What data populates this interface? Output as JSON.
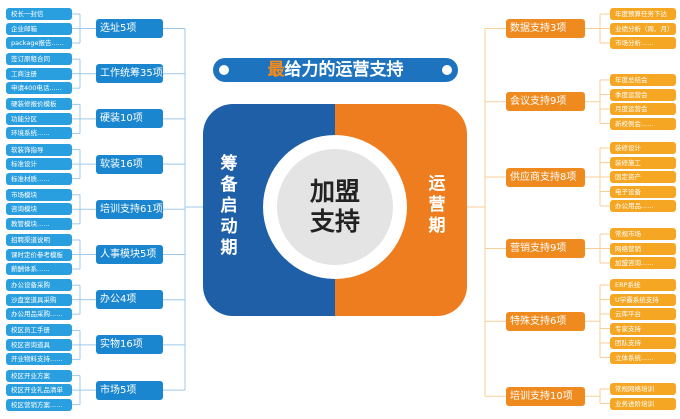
{
  "title": {
    "highlight": "最",
    "rest": "给力的运营支持"
  },
  "center": {
    "label": "加盟支持",
    "left_phase": "筹备启动期",
    "right_phase": "运营期"
  },
  "colors": {
    "blue": "#1e5fa8",
    "orange": "#ee7d1f"
  },
  "left_groups": [
    {
      "label": "选址5项",
      "items": [
        "校长一封信",
        "企业邮箱",
        "package报告......"
      ]
    },
    {
      "label": "工作统筹35项",
      "items": [
        "签订原租合同",
        "工商注册",
        "申请400电话......"
      ]
    },
    {
      "label": "硬装10项",
      "items": [
        "硬装修报价模板",
        "功能分区",
        "环境系统......"
      ]
    },
    {
      "label": "软装16项",
      "items": [
        "软装饰指导",
        "标准设计",
        "标准材质......"
      ]
    },
    {
      "label": "培训支持61项",
      "items": [
        "市场模块",
        "咨询模块",
        "教管模块......"
      ]
    },
    {
      "label": "人事模块5项",
      "items": [
        "招聘渠道说明",
        "课时定价参考模板",
        "薪酬体系......"
      ]
    },
    {
      "label": "办公4项",
      "items": [
        "办公设备采购",
        "沙盘室道具采购",
        "办公用品采购......"
      ]
    },
    {
      "label": "实物16项",
      "items": [
        "校区员工手册",
        "校区咨询道具",
        "开业物料支持......"
      ]
    },
    {
      "label": "市场5项",
      "items": [
        "校区开业方案",
        "校区开业礼品清单",
        "校区营销方案......"
      ]
    }
  ],
  "right_groups": [
    {
      "label": "数据支持3项",
      "items": [
        "年度预算任务下达",
        "业绩分析（周、月）",
        "市场分析......"
      ]
    },
    {
      "label": "会议支持9项",
      "items": [
        "年度总结会",
        "季度运营会",
        "月度运营会",
        "新校例会......"
      ]
    },
    {
      "label": "供应商支持8项",
      "items": [
        "装修设计",
        "装修施工",
        "固定资产",
        "电子设备",
        "办公用品......"
      ]
    },
    {
      "label": "营销支持9项",
      "items": [
        "常规市场",
        "网络营销",
        "加盟咨询......"
      ]
    },
    {
      "label": "特殊支持6项",
      "items": [
        "ERP系统",
        "U学霸系统支持",
        "云库平台",
        "专家支持",
        "团队支持",
        "立体系统......"
      ]
    },
    {
      "label": "培训支持10项",
      "items": [
        "常规网络培训",
        "业务进阶培训"
      ]
    }
  ]
}
